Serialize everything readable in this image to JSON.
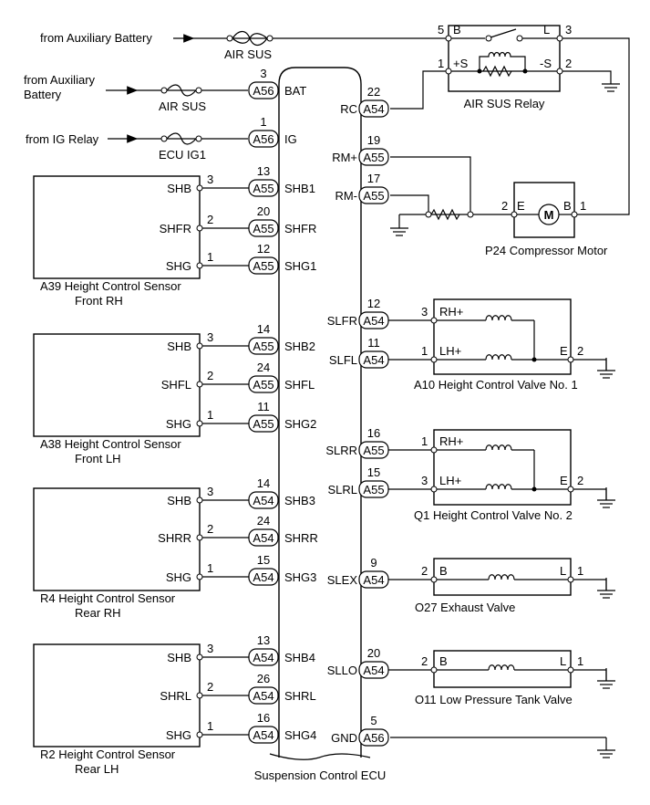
{
  "ecu": {
    "name": "Suspension Control ECU",
    "left": [
      {
        "pin_no": "3",
        "conn": "A56",
        "label": "BAT"
      },
      {
        "pin_no": "1",
        "conn": "A56",
        "label": "IG"
      },
      {
        "pin_no": "13",
        "conn": "A55",
        "label": "SHB1"
      },
      {
        "pin_no": "20",
        "conn": "A55",
        "label": "SHFR"
      },
      {
        "pin_no": "12",
        "conn": "A55",
        "label": "SHG1"
      },
      {
        "pin_no": "14",
        "conn": "A55",
        "label": "SHB2"
      },
      {
        "pin_no": "24",
        "conn": "A55",
        "label": "SHFL"
      },
      {
        "pin_no": "11",
        "conn": "A55",
        "label": "SHG2"
      },
      {
        "pin_no": "14",
        "conn": "A54",
        "label": "SHB3"
      },
      {
        "pin_no": "24",
        "conn": "A54",
        "label": "SHRR"
      },
      {
        "pin_no": "15",
        "conn": "A54",
        "label": "SHG3"
      },
      {
        "pin_no": "13",
        "conn": "A54",
        "label": "SHB4"
      },
      {
        "pin_no": "26",
        "conn": "A54",
        "label": "SHRL"
      },
      {
        "pin_no": "16",
        "conn": "A54",
        "label": "SHG4"
      }
    ],
    "right": [
      {
        "pin_no": "22",
        "conn": "A54",
        "label": "RC"
      },
      {
        "pin_no": "19",
        "conn": "A55",
        "label": "RM+"
      },
      {
        "pin_no": "17",
        "conn": "A55",
        "label": "RM-"
      },
      {
        "pin_no": "12",
        "conn": "A54",
        "label": "SLFR"
      },
      {
        "pin_no": "11",
        "conn": "A54",
        "label": "SLFL"
      },
      {
        "pin_no": "16",
        "conn": "A55",
        "label": "SLRR"
      },
      {
        "pin_no": "15",
        "conn": "A55",
        "label": "SLRL"
      },
      {
        "pin_no": "9",
        "conn": "A54",
        "label": "SLEX"
      },
      {
        "pin_no": "20",
        "conn": "A54",
        "label": "SLLO"
      },
      {
        "pin_no": "5",
        "conn": "A56",
        "label": "GND"
      }
    ]
  },
  "sources": {
    "aux_top": "from Auxiliary Battery",
    "aux_mid_1": "from Auxiliary",
    "aux_mid_2": "Battery",
    "ig": "from IG Relay",
    "fuse_top": "AIR SUS",
    "fuse_mid": "AIR SUS",
    "fuse_ig": "ECU IG1"
  },
  "relay": {
    "name": "AIR SUS Relay",
    "pin_b": "5",
    "label_b": "B",
    "pin_l": "3",
    "label_l": "L",
    "pin_sp": "1",
    "label_sp": "+S",
    "pin_sm": "2",
    "label_sm": "-S"
  },
  "motor": {
    "name": "P24  Compressor Motor",
    "pin_e": "2",
    "label_e": "E",
    "pin_b": "1",
    "label_b": "B",
    "symbol": "M"
  },
  "sensors": [
    {
      "name_1": "A39  Height Control Sensor",
      "name_2": "Front RH",
      "pins": [
        {
          "label": "SHB",
          "no": "3"
        },
        {
          "label": "SHFR",
          "no": "2"
        },
        {
          "label": "SHG",
          "no": "1"
        }
      ]
    },
    {
      "name_1": "A38  Height Control Sensor",
      "name_2": "Front LH",
      "pins": [
        {
          "label": "SHB",
          "no": "3"
        },
        {
          "label": "SHFL",
          "no": "2"
        },
        {
          "label": "SHG",
          "no": "1"
        }
      ]
    },
    {
      "name_1": "R4  Height Control Sensor",
      "name_2": "Rear RH",
      "pins": [
        {
          "label": "SHB",
          "no": "3"
        },
        {
          "label": "SHRR",
          "no": "2"
        },
        {
          "label": "SHG",
          "no": "1"
        }
      ]
    },
    {
      "name_1": "R2  Height Control Sensor",
      "name_2": "Rear LH",
      "pins": [
        {
          "label": "SHB",
          "no": "3"
        },
        {
          "label": "SHRL",
          "no": "2"
        },
        {
          "label": "SHG",
          "no": "1"
        }
      ]
    }
  ],
  "valves": [
    {
      "name": "A10  Height Control Valve No. 1",
      "p1_no": "3",
      "p1_label": "RH+",
      "p2_no": "1",
      "p2_label": "LH+",
      "e_label": "E",
      "e_no": "2"
    },
    {
      "name": "Q1  Height Control Valve No. 2",
      "p1_no": "1",
      "p1_label": "RH+",
      "p2_no": "3",
      "p2_label": "LH+",
      "e_label": "E",
      "e_no": "2"
    }
  ],
  "single_valves": [
    {
      "name": "O27  Exhaust Valve",
      "b_no": "2",
      "b_label": "B",
      "l_label": "L",
      "l_no": "1"
    },
    {
      "name": "O11  Low Pressure Tank Valve",
      "b_no": "2",
      "b_label": "B",
      "l_label": "L",
      "l_no": "1"
    }
  ]
}
